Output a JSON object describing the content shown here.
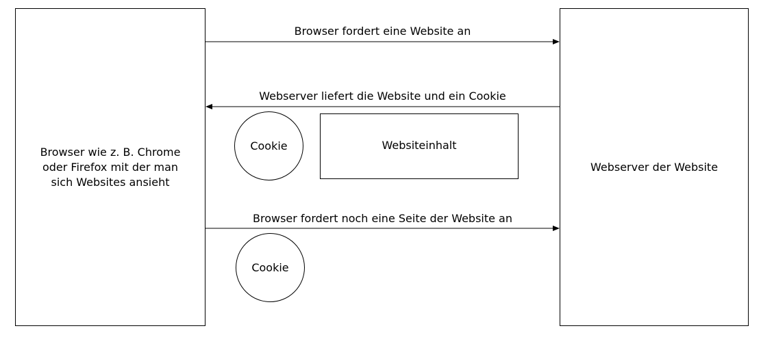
{
  "browser": {
    "line1": "Browser wie z. B. Chrome",
    "line2": "oder Firefox mit der man",
    "line3": "sich Websites ansieht"
  },
  "server": {
    "label": "Webserver der Website"
  },
  "messages": [
    {
      "label": "Browser fordert eine Website an",
      "direction": "right"
    },
    {
      "label": "Webserver liefert die Website und ein Cookie",
      "direction": "left"
    },
    {
      "label": "Browser fordert noch eine Seite der Website an",
      "direction": "right"
    }
  ],
  "response": {
    "cookie_label": "Cookie",
    "content_label": "Websiteinhalt"
  },
  "request2": {
    "cookie_label": "Cookie"
  }
}
